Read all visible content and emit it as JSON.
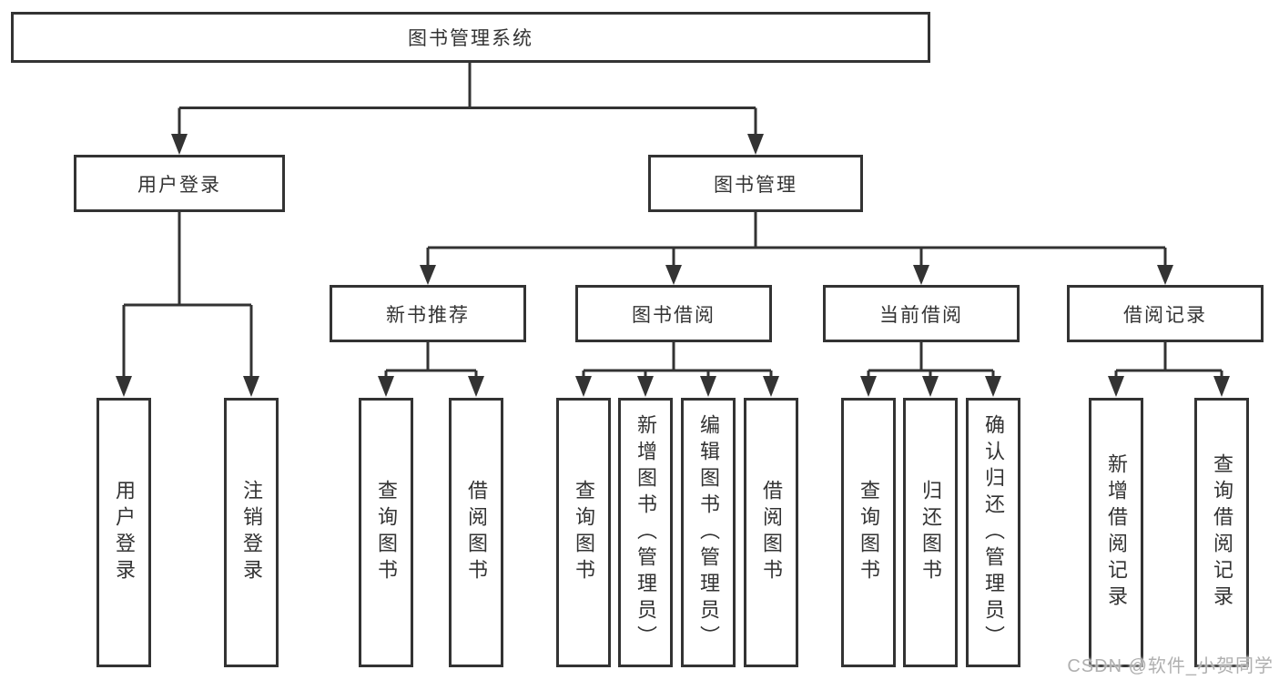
{
  "diagram": {
    "root": {
      "label": "图书管理系统"
    },
    "level1": [
      {
        "label": "用户登录"
      },
      {
        "label": "图书管理"
      }
    ],
    "level2": [
      {
        "label": "新书推荐",
        "parent": "图书管理"
      },
      {
        "label": "图书借阅",
        "parent": "图书管理"
      },
      {
        "label": "当前借阅",
        "parent": "图书管理"
      },
      {
        "label": "借阅记录",
        "parent": "图书管理"
      }
    ],
    "leaves": [
      {
        "label": "用户登录",
        "parent": "用户登录"
      },
      {
        "label": "注销登录",
        "parent": "用户登录"
      },
      {
        "label": "查询图书",
        "parent": "新书推荐"
      },
      {
        "label": "借阅图书",
        "parent": "新书推荐"
      },
      {
        "label": "查询图书",
        "parent": "图书借阅"
      },
      {
        "label": "新增图书（管理员）",
        "parent": "图书借阅"
      },
      {
        "label": "编辑图书（管理员）",
        "parent": "图书借阅"
      },
      {
        "label": "借阅图书",
        "parent": "图书借阅"
      },
      {
        "label": "查询图书",
        "parent": "当前借阅"
      },
      {
        "label": "归还图书",
        "parent": "当前借阅"
      },
      {
        "label": "确认归还（管理员）",
        "parent": "当前借阅"
      },
      {
        "label": "新增借阅记录",
        "parent": "借阅记录"
      },
      {
        "label": "查询借阅记录",
        "parent": "借阅记录"
      }
    ]
  },
  "watermark": {
    "text": "CSDN @软件_小贺同学"
  },
  "colors": {
    "line": "#333333",
    "border": "#333333",
    "text": "#333333",
    "watermark": "#b0b0b0",
    "background": "#ffffff"
  }
}
